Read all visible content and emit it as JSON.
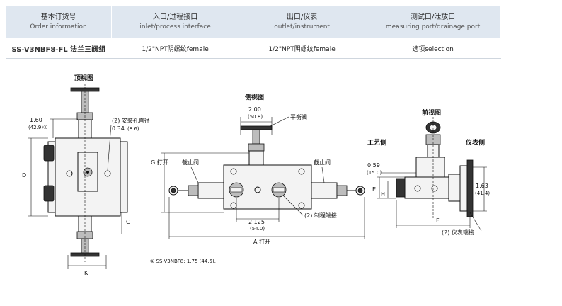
{
  "table": {
    "headers": [
      {
        "cn": "基本订货号",
        "en": "Order information"
      },
      {
        "cn": "入口/过程接口",
        "en": "inlet/process interface"
      },
      {
        "cn": "出口/仪表",
        "en": "outlet/instrument"
      },
      {
        "cn": "测试口/泄放口",
        "en": "measuring port/drainage port"
      }
    ],
    "rows": [
      [
        "SS-V3NBF8-FL 法兰三阀组",
        "1/2\"NPT阴螺纹female",
        "1/2\"NPT阴螺纹female",
        "选项selection"
      ]
    ]
  },
  "top_view": {
    "title": "顶视图",
    "dim_160": "1.60",
    "dim_160_mm": "(42.9)①",
    "hole_label": "(2) 安装孔直径",
    "hole_dim": "0.34",
    "hole_dim_mm": "(8.6)",
    "dim_d": "D",
    "dim_c": "C",
    "dim_k": "K"
  },
  "side_view": {
    "title": "侧视图",
    "dim_200": "2.00",
    "dim_200_mm": "(50.8)",
    "balance_valve": "平衡阀",
    "g_open": "G 打开",
    "stop_valve_left": "截止阀",
    "stop_valve_right": "截止阀",
    "dim_2125": "2.125",
    "dim_2125_mm": "(54.0)",
    "process_conn": "(2) 制程端接",
    "a_open": "A 打开"
  },
  "front_view": {
    "title": "前视图",
    "process_side": "工艺侧",
    "instrument_side": "仪表侧",
    "dim_059": "0.59",
    "dim_059_mm": "(15.0)",
    "dim_e": "E",
    "dim_h": "H",
    "dim_163": "1.63",
    "dim_163_mm": "(41.4)",
    "dim_f": "F",
    "instrument_conn": "(2) 仪表端接"
  },
  "footnote": "① SS-V3NBF8: 1.75 (44.5)."
}
